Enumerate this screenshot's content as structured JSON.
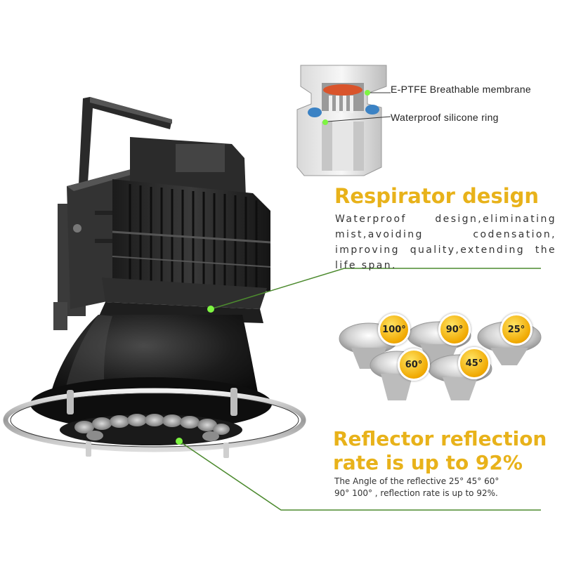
{
  "callouts": {
    "membrane": "E-PTFE Breathable membrane",
    "silicone_ring": "Waterproof silicone ring"
  },
  "respirator": {
    "title": "Respirator design",
    "description": "Waterproof design,eliminating mist,avoiding codensation, improving quality,extending the life span."
  },
  "reflector": {
    "title_line1": "Reflector reflection",
    "title_line2": "rate is up to 92%",
    "description_line1": "The Angle of the reflective 25° 45° 60°",
    "description_line2": "90° 100° , reflection rate is up to 92%."
  },
  "reflector_angles": [
    "100°",
    "90°",
    "25°",
    "60°",
    "45°"
  ],
  "colors": {
    "accent_yellow": "#e8b21a",
    "callout_green": "#4c8a2e",
    "marker_green": "#7ef542"
  }
}
